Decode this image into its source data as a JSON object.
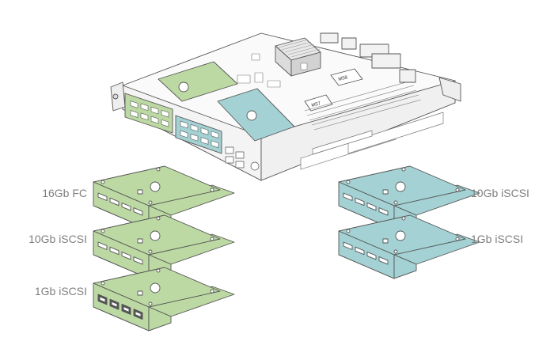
{
  "left_modules": [
    {
      "label": "16Gb FC",
      "color": "#bcd9a3",
      "port_style": "fc"
    },
    {
      "label": "10Gb iSCSI",
      "color": "#bcd9a3",
      "port_style": "fc"
    },
    {
      "label": "1Gb iSCSI",
      "color": "#bcd9a3",
      "port_style": "rj45"
    }
  ],
  "right_modules": [
    {
      "label": "10Gb iSCSI",
      "color": "#a4d1d3",
      "port_style": "fc"
    },
    {
      "label": "1Gb iSCSI",
      "color": "#a4d1d3",
      "port_style": "fc"
    }
  ],
  "chassis": {
    "green_slot_color": "#bcd9a3",
    "blue_slot_color": "#a4d1d3",
    "chip_labels": [
      "M57",
      "M58"
    ]
  }
}
